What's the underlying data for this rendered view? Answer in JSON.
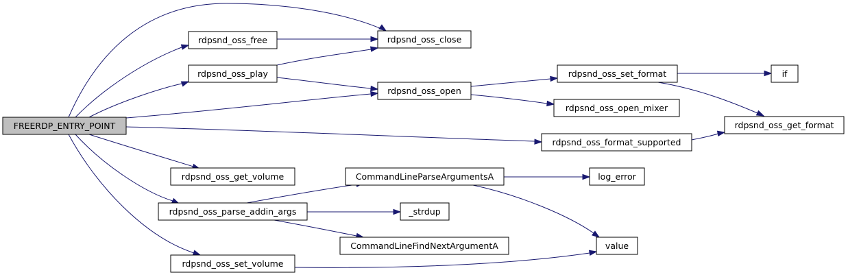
{
  "colors": {
    "root_fill": "#bfbfbf",
    "node_fill": "#ffffff",
    "node_border": "#000000",
    "edge": "#191970"
  },
  "nodes": {
    "root": "FREERDP_ENTRY_POINT",
    "free": "rdpsnd_oss_free",
    "close": "rdpsnd_oss_close",
    "play": "rdpsnd_oss_play",
    "open": "rdpsnd_oss_open",
    "set_format": "rdpsnd_oss_set_format",
    "if": "if",
    "open_mixer": "rdpsnd_oss_open_mixer",
    "get_format": "rdpsnd_oss_get_format",
    "format_supported": "rdpsnd_oss_format_supported",
    "get_volume": "rdpsnd_oss_get_volume",
    "parse_args": "CommandLineParseArgumentsA",
    "log_error": "log_error",
    "parse_addin_args": "rdpsnd_oss_parse_addin_args",
    "strdup": "_strdup",
    "find_next": "CommandLineFindNextArgumentA",
    "value": "value",
    "set_volume": "rdpsnd_oss_set_volume"
  },
  "edges": [
    {
      "from": "root",
      "to": "close"
    },
    {
      "from": "root",
      "to": "free"
    },
    {
      "from": "root",
      "to": "play"
    },
    {
      "from": "root",
      "to": "open"
    },
    {
      "from": "root",
      "to": "format_supported"
    },
    {
      "from": "root",
      "to": "get_volume"
    },
    {
      "from": "root",
      "to": "parse_addin_args"
    },
    {
      "from": "root",
      "to": "set_volume"
    },
    {
      "from": "free",
      "to": "close"
    },
    {
      "from": "play",
      "to": "close"
    },
    {
      "from": "play",
      "to": "open"
    },
    {
      "from": "open",
      "to": "set_format"
    },
    {
      "from": "open",
      "to": "open_mixer"
    },
    {
      "from": "set_format",
      "to": "if"
    },
    {
      "from": "set_format",
      "to": "get_format"
    },
    {
      "from": "format_supported",
      "to": "get_format"
    },
    {
      "from": "parse_addin_args",
      "to": "parse_args"
    },
    {
      "from": "parse_addin_args",
      "to": "strdup"
    },
    {
      "from": "parse_addin_args",
      "to": "find_next"
    },
    {
      "from": "parse_args",
      "to": "log_error"
    },
    {
      "from": "parse_args",
      "to": "value"
    },
    {
      "from": "set_volume",
      "to": "value"
    }
  ]
}
